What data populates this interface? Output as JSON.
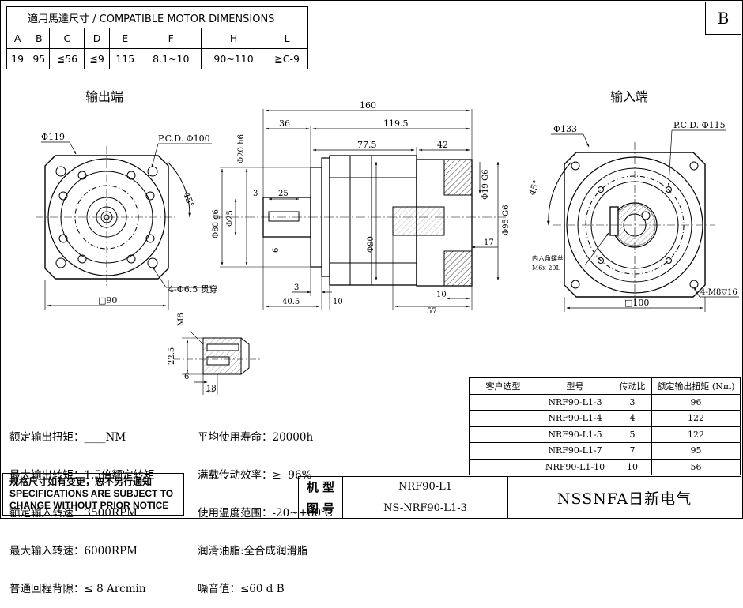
{
  "sheet_letter": "B",
  "motor_table": {
    "title": "適用馬達尺寸 / COMPATIBLE MOTOR DIMENSIONS",
    "headers": [
      "A",
      "B",
      "C",
      "D",
      "E",
      "F",
      "H",
      "L"
    ],
    "values": [
      "19",
      "95",
      "≦56",
      "≦9",
      "115",
      "8.1~10",
      "90~110",
      "≧C-9"
    ]
  },
  "views": {
    "output_label": "输出端",
    "input_label": "输入端"
  },
  "output_view": {
    "dia_outer": "Φ119",
    "pcd": "P.C.D. Φ100",
    "angle": "45°",
    "holes": "4-Φ6.5 贯穿",
    "square": "□90"
  },
  "side_view": {
    "total": "160",
    "body": "119.5",
    "shaft_len": "36",
    "len_775": "77.5",
    "len_42": "42",
    "shaft_tip": "Φ20 h6",
    "pilot": "Φ80 g6",
    "shaft_dia": "Φ25",
    "key_3": "3",
    "key_25": "25",
    "key_6": "6",
    "flange_3": "3",
    "len_405": "40.5",
    "len_10a": "10",
    "body_dia": "Φ90",
    "bore": "Φ19 G6",
    "bore_95": "Φ95 G6",
    "len_17": "17",
    "len_10b": "10",
    "len_57": "57"
  },
  "input_view": {
    "dia_outer": "Φ133",
    "pcd": "P.C.D. Φ115",
    "angle": "45°",
    "hex_note_1": "内六角螺丝",
    "hex_note_2": "M6x 20L",
    "holes": "4-M8▽16",
    "square": "□100"
  },
  "detail_view": {
    "thread": "M6",
    "depth": "22.5",
    "d6": "6",
    "d18": "18"
  },
  "model_table": {
    "headers": [
      "客户选型",
      "型号",
      "传动比",
      "额定输出扭矩 (Nm)"
    ],
    "rows": [
      {
        "choice": "",
        "model": "NRF90-L1-3",
        "ratio": "3",
        "torque": "96"
      },
      {
        "choice": "",
        "model": "NRF90-L1-4",
        "ratio": "4",
        "torque": "122"
      },
      {
        "choice": "",
        "model": "NRF90-L1-5",
        "ratio": "5",
        "torque": "122"
      },
      {
        "choice": "",
        "model": "NRF90-L1-7",
        "ratio": "7",
        "torque": "95"
      },
      {
        "choice": "",
        "model": "NRF90-L1-10",
        "ratio": "10",
        "torque": "56"
      }
    ]
  },
  "specs_left": [
    {
      "label": "额定输出扭矩：",
      "value": "____NM"
    },
    {
      "label": "最大输出转矩：",
      "value": "1.5倍额定转矩"
    },
    {
      "label": "额定输入转速：",
      "value": "3500RPM"
    },
    {
      "label": "最大输入转速：",
      "value": "6000RPM"
    },
    {
      "label": "普通回程背隙：",
      "value": "≤ 8 Arcmin"
    }
  ],
  "specs_right": [
    {
      "label": "平均使用寿命：",
      "value": "20000h"
    },
    {
      "label": "满载传动效率：",
      "value": "≥  96%"
    },
    {
      "label": "使用温度范围：",
      "value": "-20~+80℃"
    },
    {
      "label": "润滑油脂:",
      "value": "全合成润滑脂"
    },
    {
      "label": "噪音值",
      "value": "：≤60 d B"
    }
  ],
  "notice": {
    "cn": "规格尺寸如有变更，恕不另行通知",
    "en1": "SPECIFICATIONS ARE SUBJECT TO",
    "en2": "CHANGE WITHOUT PRIOR NOTICE"
  },
  "title_block": {
    "model_label": "机 型",
    "model_value": "NRF90-L1",
    "drawing_label": "图 号",
    "drawing_value": "NS-NRF90-L1-3",
    "company": "NSSNFA日新电气"
  }
}
